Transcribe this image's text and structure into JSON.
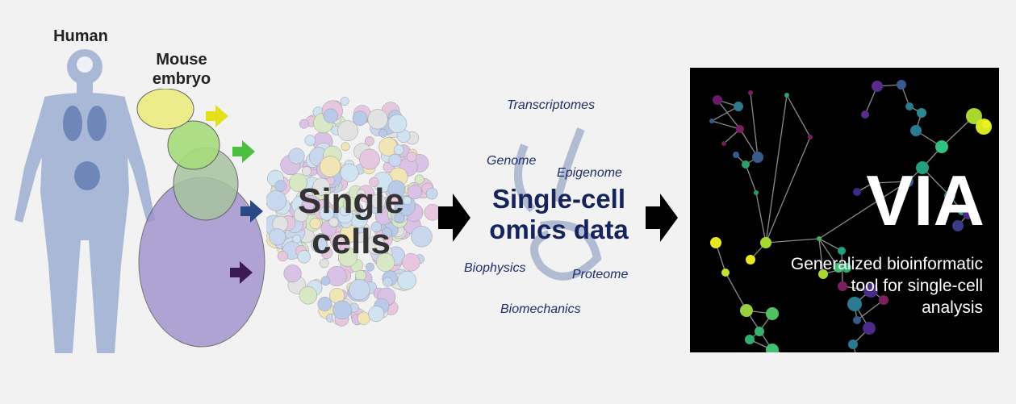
{
  "labels": {
    "human": "Human",
    "mouse_embryo": "Mouse embryo",
    "single_cells": "Single cells"
  },
  "omics": {
    "title": "Single-cell omics data",
    "types": [
      "Transcriptomes",
      "Genome",
      "Epigenome",
      "Biophysics",
      "Proteome",
      "Biomechanics"
    ]
  },
  "via": {
    "title": "VIA",
    "subtitle": "Generalized bioinformatic tool for single-cell analysis"
  },
  "colors": {
    "embryo_arrows": [
      "#e6e01a",
      "#4cbf3c",
      "#2a4a85",
      "#3d1a52"
    ],
    "human": "#aab8d8",
    "omics_text": "#16245e"
  }
}
